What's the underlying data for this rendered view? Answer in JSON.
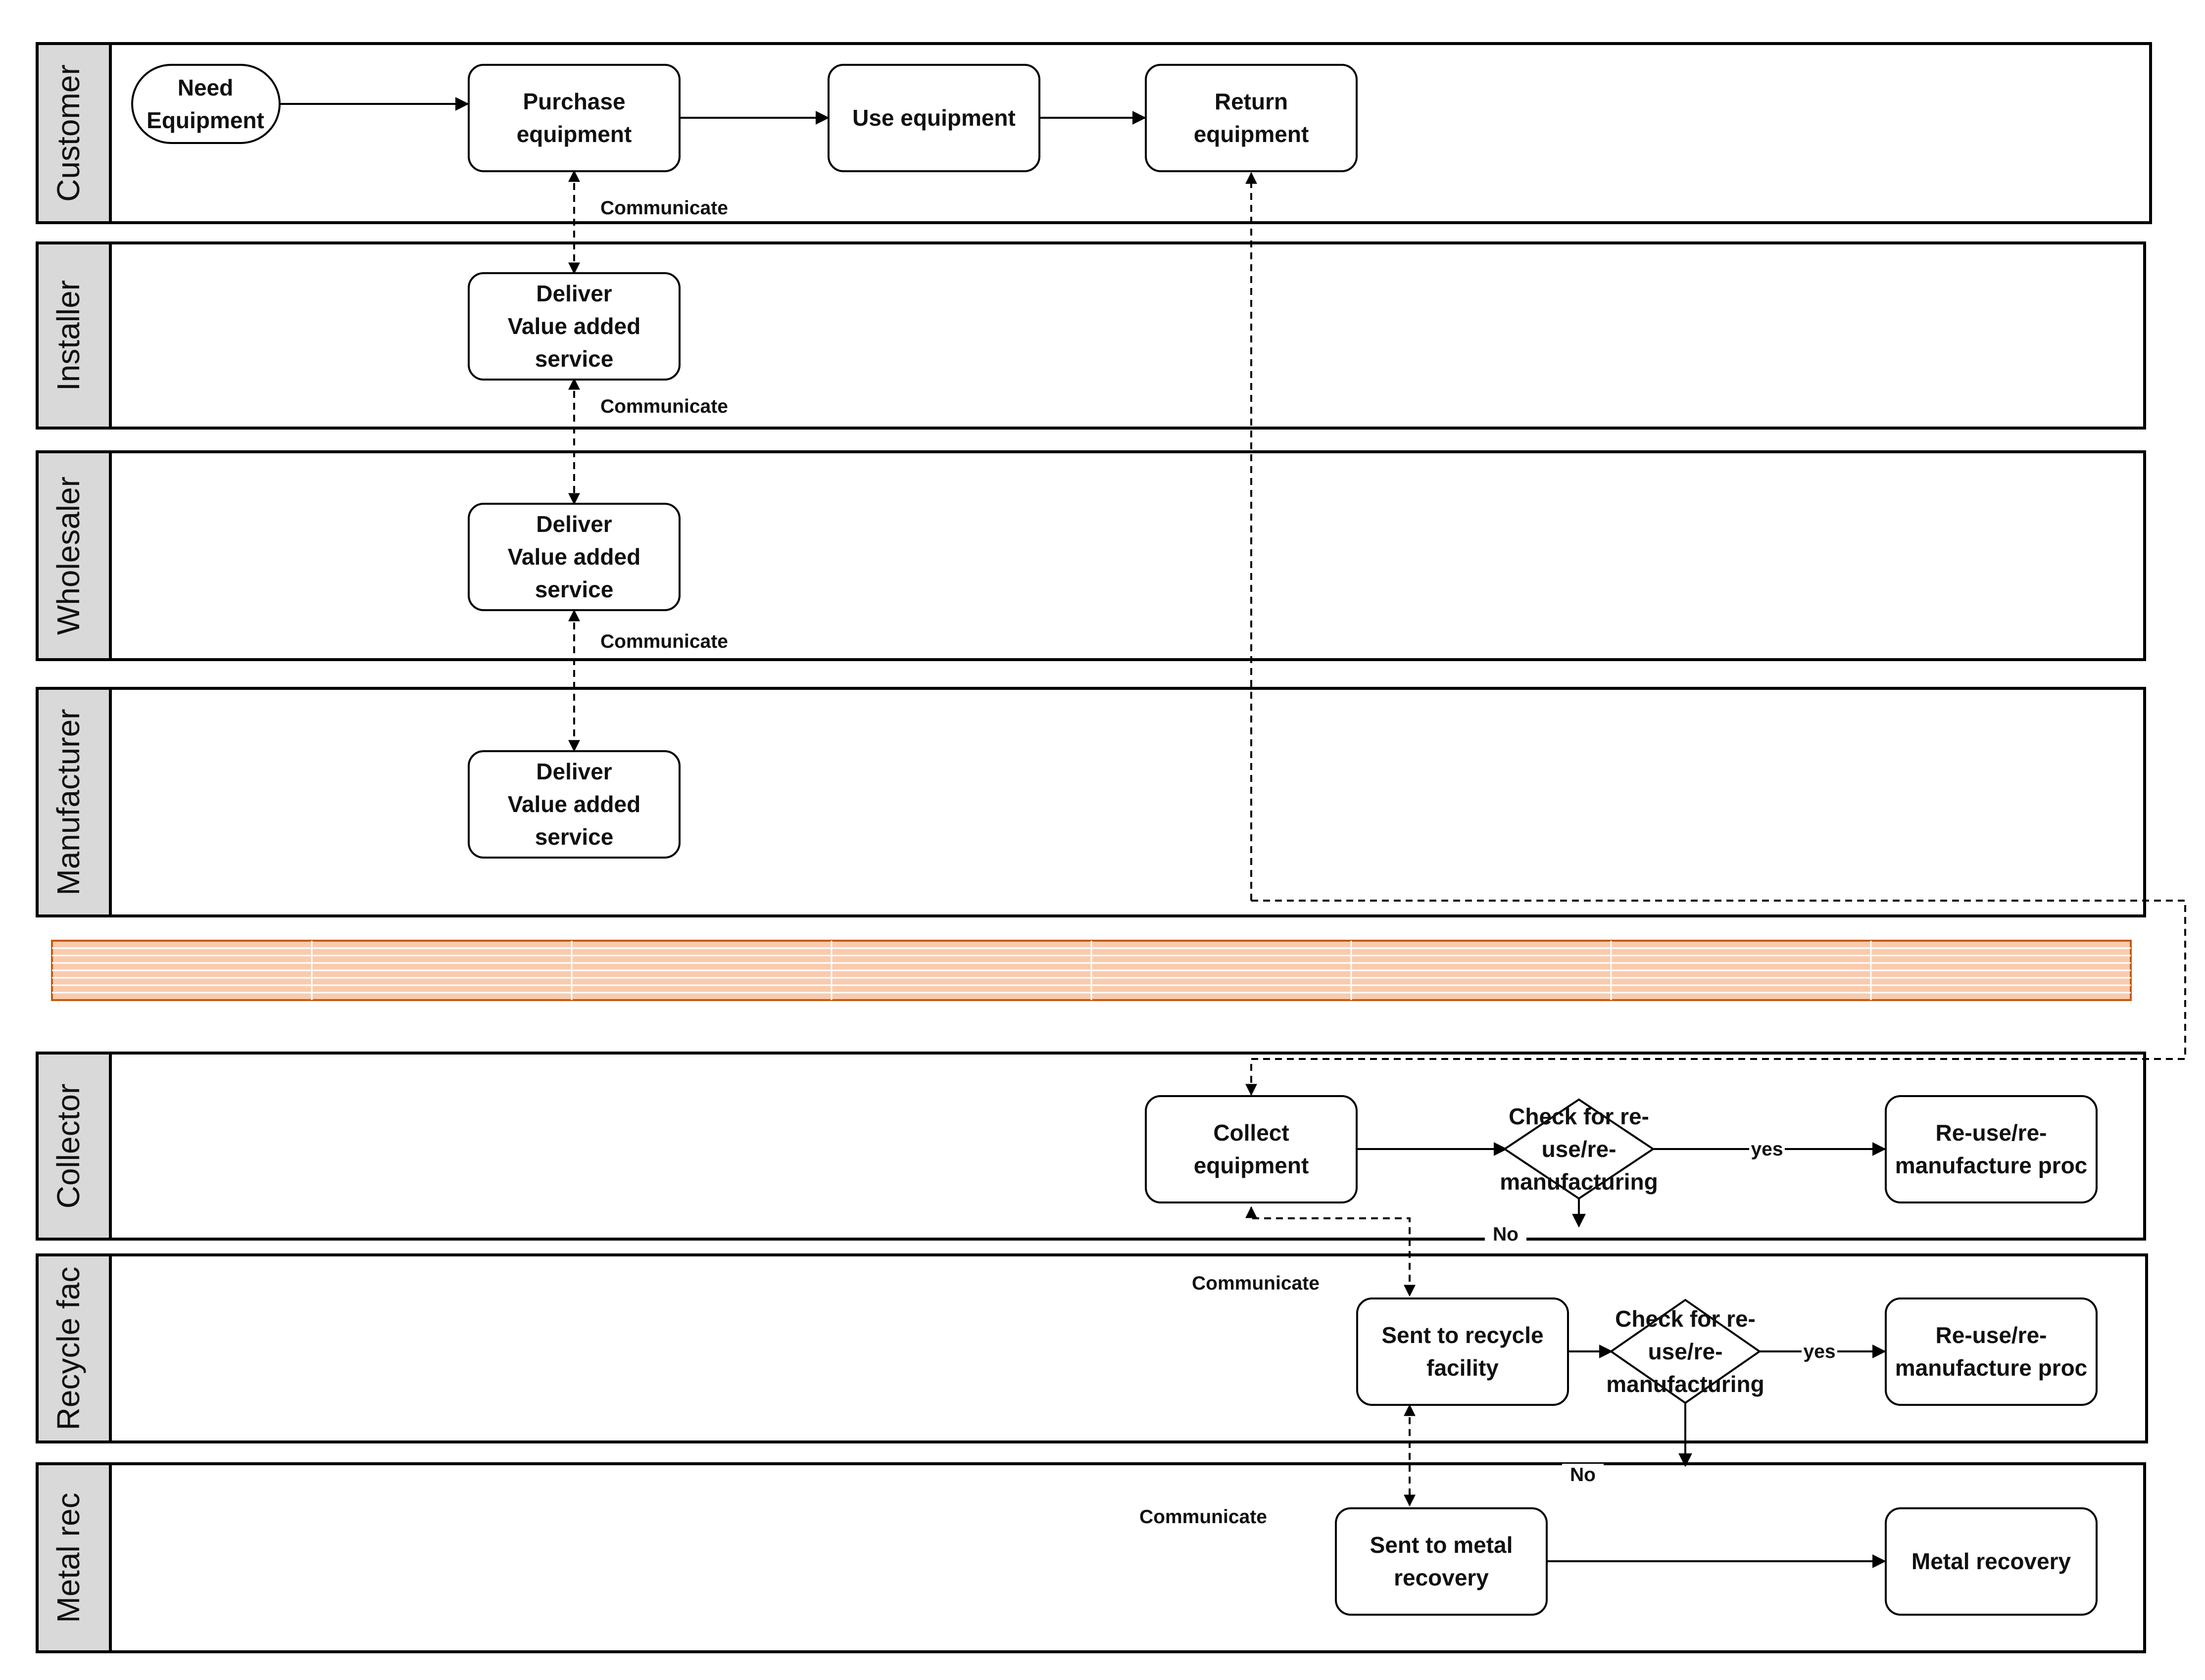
{
  "lanes": {
    "customer": "Customer",
    "installer": "Installer",
    "wholesaler": "Wholesaler",
    "manufacturer": "Manufacturer",
    "collector": "Collector",
    "recycle": "Recycle fac",
    "metal": "Metal rec"
  },
  "nodes": {
    "need": [
      "Need",
      "Equipment"
    ],
    "purchase": [
      "Purchase",
      "equipment"
    ],
    "use": [
      "Use equipment"
    ],
    "return": [
      "Return",
      "equipment"
    ],
    "deliver_installer": [
      "Deliver",
      "Value added",
      "service"
    ],
    "deliver_wholesaler": [
      "Deliver",
      "Value added",
      "service"
    ],
    "deliver_manufacturer": [
      "Deliver",
      "Value added",
      "service"
    ],
    "collect": [
      "Collect",
      "equipment"
    ],
    "check_collector": [
      "Check for re-",
      "use/re-",
      "manufacturing"
    ],
    "reuse_collector": [
      "Re-use/re-",
      "manufacture proc"
    ],
    "sent_recycle": [
      "Sent to recycle",
      "facility"
    ],
    "check_recycle": [
      "Check for re-",
      "use/re-",
      "manufacturing"
    ],
    "reuse_recycle": [
      "Re-use/re-",
      "manufacture proc"
    ],
    "sent_metal": [
      "Sent to metal",
      "recovery"
    ],
    "metal_recovery": [
      "Metal recovery"
    ]
  },
  "edge_labels": {
    "communicate": "Communicate",
    "yes": "yes",
    "no": "No"
  },
  "colors": {
    "lane_header": "#d9d9d9",
    "separator_fill": "#f8cbad",
    "separator_stroke": "#c55a11",
    "line": "#000000"
  }
}
